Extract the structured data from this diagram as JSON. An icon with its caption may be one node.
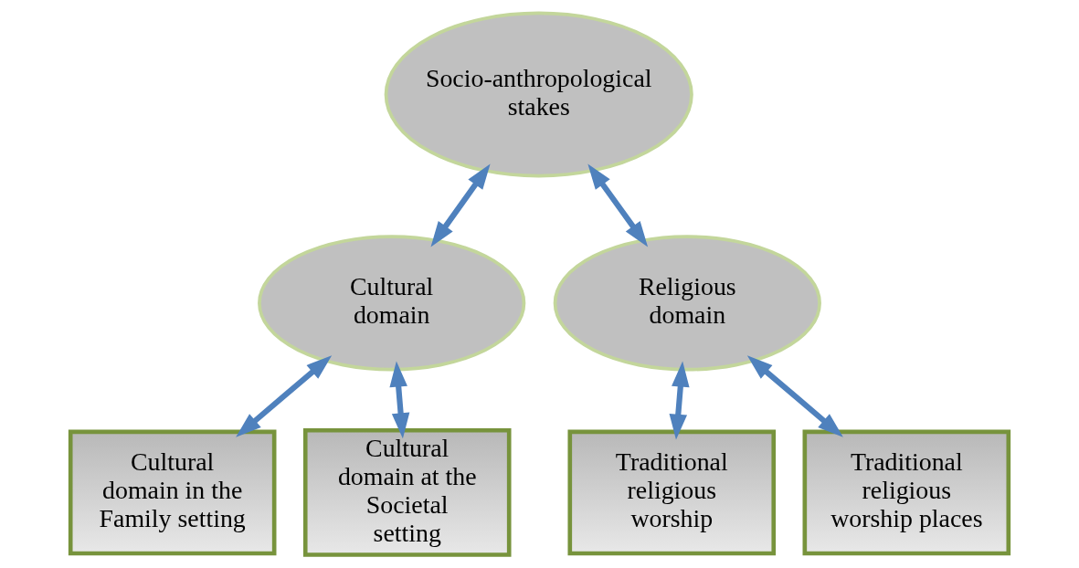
{
  "diagram": {
    "nodes": [
      {
        "text": [
          "Socio-anthropological stakes"
        ]
      },
      {
        "text": [
          "Cultural domain"
        ]
      },
      {
        "text": [
          "Religious domain"
        ]
      },
      {
        "text": [
          "Cultural domain in the Family setting"
        ]
      },
      {
        "text": [
          "Cultural domain at the Societal setting"
        ]
      },
      {
        "text": [
          "Traditional religious worship"
        ]
      },
      {
        "text": [
          "Traditional religious worship places"
        ]
      }
    ],
    "edges": [
      {
        "from": 0,
        "to": 1,
        "arrow": "both"
      },
      {
        "from": 0,
        "to": 2,
        "arrow": "both"
      },
      {
        "from": 1,
        "to": 3,
        "arrow": "both"
      },
      {
        "from": 1,
        "to": 4,
        "arrow": "both"
      },
      {
        "from": 2,
        "to": 5,
        "arrow": "both"
      },
      {
        "from": 2,
        "to": 6,
        "arrow": "both"
      }
    ]
  }
}
